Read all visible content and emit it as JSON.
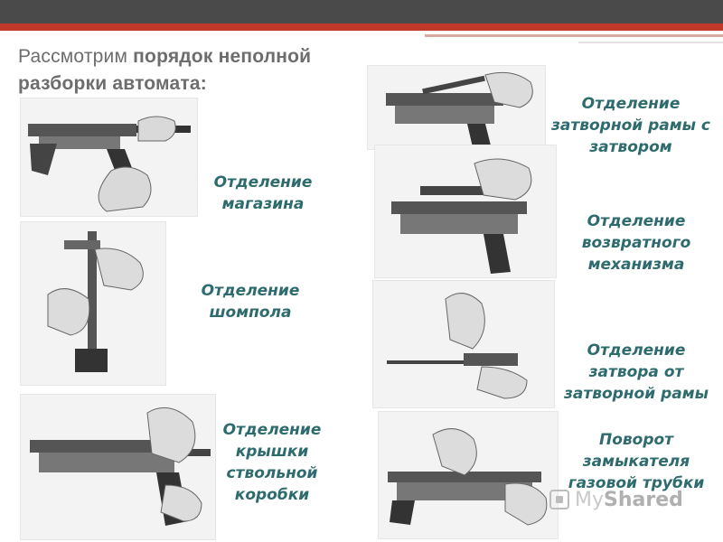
{
  "title": {
    "plain": "Рассмотрим",
    "bold": "порядок неполной разборки автомата:"
  },
  "captions": {
    "magazine": "Отделение магазина",
    "ramrod": "Отделение шомпола",
    "receiver_cover": "Отделение крышки ствольной коробки",
    "bolt_carrier": "Отделение затворной рамы с затвором",
    "return_mechanism": "Отделение возвратного механизма",
    "bolt": "Отделение затвора от затворной рамы",
    "gas_tube": "Поворот замыкателя газовой трубки"
  },
  "watermark": {
    "part1": "My",
    "part2": "Shared"
  }
}
